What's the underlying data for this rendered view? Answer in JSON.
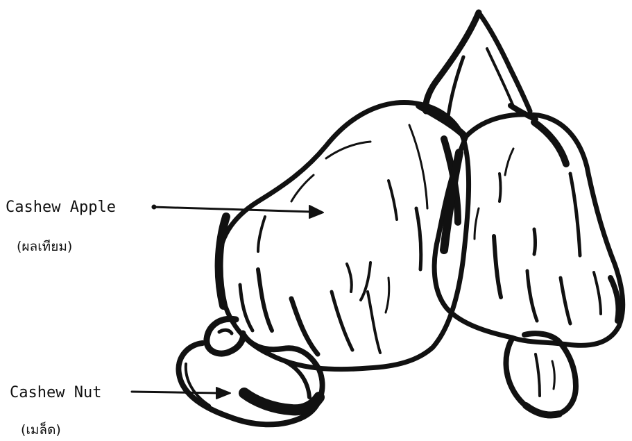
{
  "diagram": {
    "labels": {
      "cashew_apple": "Cashew Apple",
      "cashew_apple_thai": "(ผลเทียม)",
      "cashew_nut": "Cashew Nut",
      "cashew_nut_thai": "(เมล็ด)"
    },
    "colors": {
      "ink": "#111111",
      "background": "#ffffff"
    }
  }
}
